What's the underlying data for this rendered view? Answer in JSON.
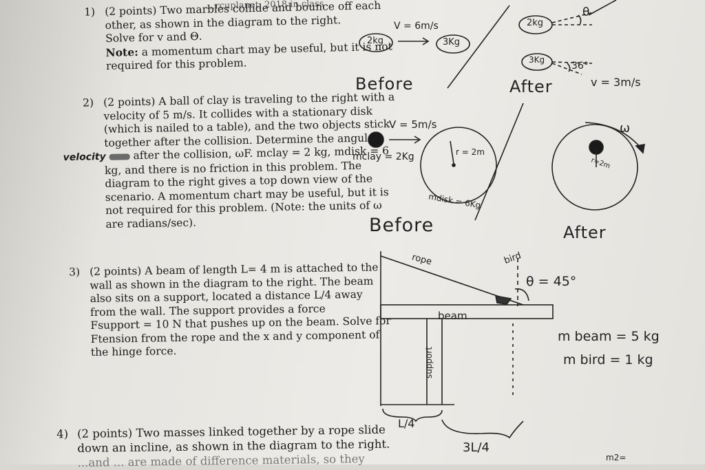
{
  "header_fragment": "...rcuplanet, 2018 in class",
  "problems": [
    {
      "number": "1)",
      "lines": [
        "(2 points) Two marbles collide and bounce off each",
        "other, as shown in the diagram to the right.",
        "Solve for v and Θ."
      ],
      "note_label": "Note:",
      "note_lines": [
        " a momentum chart may be useful, but it is not",
        "required for this problem."
      ]
    },
    {
      "number": "2)",
      "lines": [
        "(2 points) A ball of clay is traveling to the right with a",
        "velocity of 5 m/s.  It collides with a stationary disk",
        "(which is nailed to a table), and the two objects stick",
        "together after the collision.  Determine the angular"
      ],
      "handwritten_word": "velocity",
      "line5": "after the collision, ωF.  mclay = 2 kg, mdisk = 6",
      "lines_rest": [
        "kg, and there is no friction in this problem.  The",
        "diagram to the right gives a top down view of the",
        "scenario. A momentum chart may be useful, but it is",
        "not required for this problem. (Note: the units of ω",
        "are radians/sec)."
      ]
    },
    {
      "number": "3)",
      "lines": [
        "(2 points) A beam of length L= 4 m is attached to the",
        "wall as shown in the diagram to the right.  The beam",
        "also sits on a support, located a distance L/4 away",
        "from the wall.  The support provides a force",
        "Fsupport = 10 N that pushes up on the beam.  Solve for",
        "Ftension from the rope and the x and y component of",
        "the hinge force."
      ]
    },
    {
      "number": "4)",
      "lines": [
        "(2 points) Two masses linked together by a rope slide",
        "down an incline, as shown in the diagram to the right.",
        "...and ... are made of difference materials, so they"
      ]
    }
  ],
  "diagram1": {
    "before_label": "Before",
    "after_label": "After",
    "mass_a": "2kg",
    "mass_b": "3Kg",
    "velocity_before": "V = 6m/s",
    "after_mass_top": "2kg",
    "after_mass_bottom": "3Kg",
    "angle_top": "θ",
    "angle_bottom": "36°",
    "velocity_after": "v = 3m/s"
  },
  "diagram2": {
    "before_label": "Before",
    "after_label": "After",
    "velocity": "V = 5m/s",
    "clay_mass": "mclay = 2Kg",
    "disk_radius": "r = 2m",
    "disk_mass": "mdisk = 6Kg",
    "omega": "ω",
    "after_radius": "r=2m"
  },
  "diagram3": {
    "rope": "rope",
    "bird": "bird",
    "angle": "θ = 45°",
    "beam": "beam",
    "support": "support",
    "m_beam": "m beam = 5 kg",
    "m_bird": "m bird = 1 kg",
    "quarter": "L/4",
    "three_quarter": "3L/4",
    "m2_fragment": "m2="
  }
}
